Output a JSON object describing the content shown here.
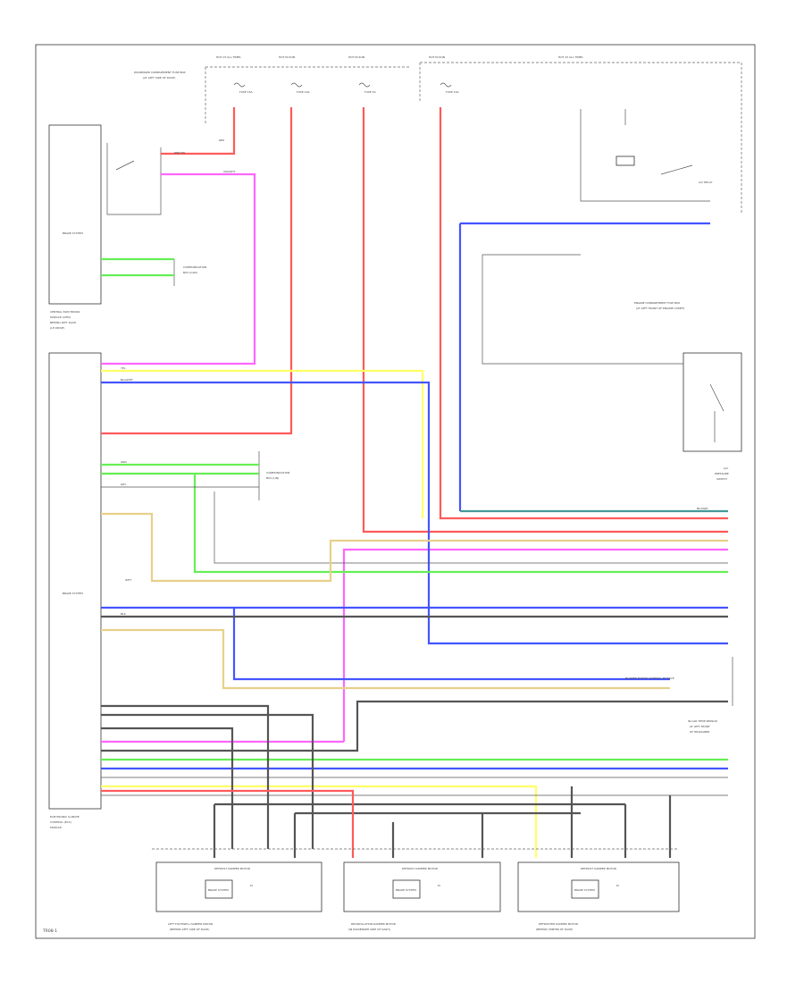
{
  "page": {
    "footer_code": "TR08-1"
  },
  "colors": {
    "red": "#ff5a5a",
    "pink": "#ff66ff",
    "yellow": "#ffff66",
    "blue": "#4455ff",
    "green": "#66ee55",
    "gray": "#999999",
    "black": "#333333",
    "teal": "#449999",
    "orange": "#ffbb44",
    "tan": "#e8d08a"
  },
  "components": {
    "ecu_top": {
      "label": "BRAKE SYSTEM"
    },
    "ecu_top_caption": {
      "line1": "CENTRAL ELECTRONIC",
      "line2": "MODULE (CEM)",
      "line3": "BEHIND LEFT DASH",
      "line4": "(LH DRIVE)"
    },
    "ecu_main": {
      "label": "BRAKE SYSTEM"
    },
    "ecu_main_caption": {
      "line1": "ELECTRONIC CLIMATE",
      "line2": "CONTROL (ECC)",
      "line3": "MODULE"
    },
    "fuse_panel_label": {
      "line1": "PASSENGER COMPARTMENT FUSE BOX",
      "line2": "(AT LEFT SIDE OF DASH)"
    },
    "engine_fuse_label": {
      "line1": "ENGINE COMPARTMENT FUSE BOX",
      "line2": "(AT LEFT FRONT OF ENGINE COMPT)"
    },
    "fuse_tags": [
      "HOT AT ALL TIMES",
      "HOT IN RUN",
      "HOT IN RUN",
      "HOT IN RUN",
      "HOT AT ALL TIMES"
    ],
    "fuse_names": [
      "FUSE 15A",
      "FUSE 10A",
      "FUSE 5A",
      "FUSE 10A"
    ],
    "ac_relay": "A/C RELAY",
    "ac_pressure": {
      "line1": "A/C",
      "line2": "PRESSURE",
      "line3": "SWITCH"
    },
    "ambient_sensor": {
      "line1": "IN-CAR TEMP SENSOR",
      "line2": "AT LEFT FRONT",
      "line3": "OF HEADLINER"
    },
    "gateway_top": {
      "line1": "COMMUNICATION",
      "line2": "BUS (CAN)"
    },
    "gateway_main": {
      "line1": "COMMUNICATION",
      "line2": "BUS (LIN)"
    },
    "solar_sensor": "BLOWER MOTOR CONTROL MODULE",
    "motors": [
      {
        "label": "DEFROST DAMPER MOTOR",
        "line1": "LEFT FOOTWELL DAMPER MOTOR",
        "line2": "(BEHIND LEFT SIDE OF DASH)"
      },
      {
        "label": "DEFROST DAMPER MOTOR",
        "line1": "RECIRCULATION DAMPER MOTOR",
        "line2": "(IN PASSENGER SIDE OF DASH)"
      },
      {
        "label": "DEFROST DAMPER MOTOR",
        "line1": "DEFROSTER DAMPER MOTOR",
        "line2": "(BEHIND CENTER OF DASH)"
      }
    ],
    "motor_module": "BRAKE SYSTEM",
    "motor_pin": "M"
  },
  "wire_labels": {
    "red": "RED",
    "red_yel": "RED/YEL",
    "pink": "VIO/WHT",
    "yellow": "YEL",
    "blue": "BLU/WHT",
    "green": "GRN",
    "gray": "GRY",
    "black": "BLK",
    "teal": "BLU/GRY",
    "white": "WHT"
  }
}
